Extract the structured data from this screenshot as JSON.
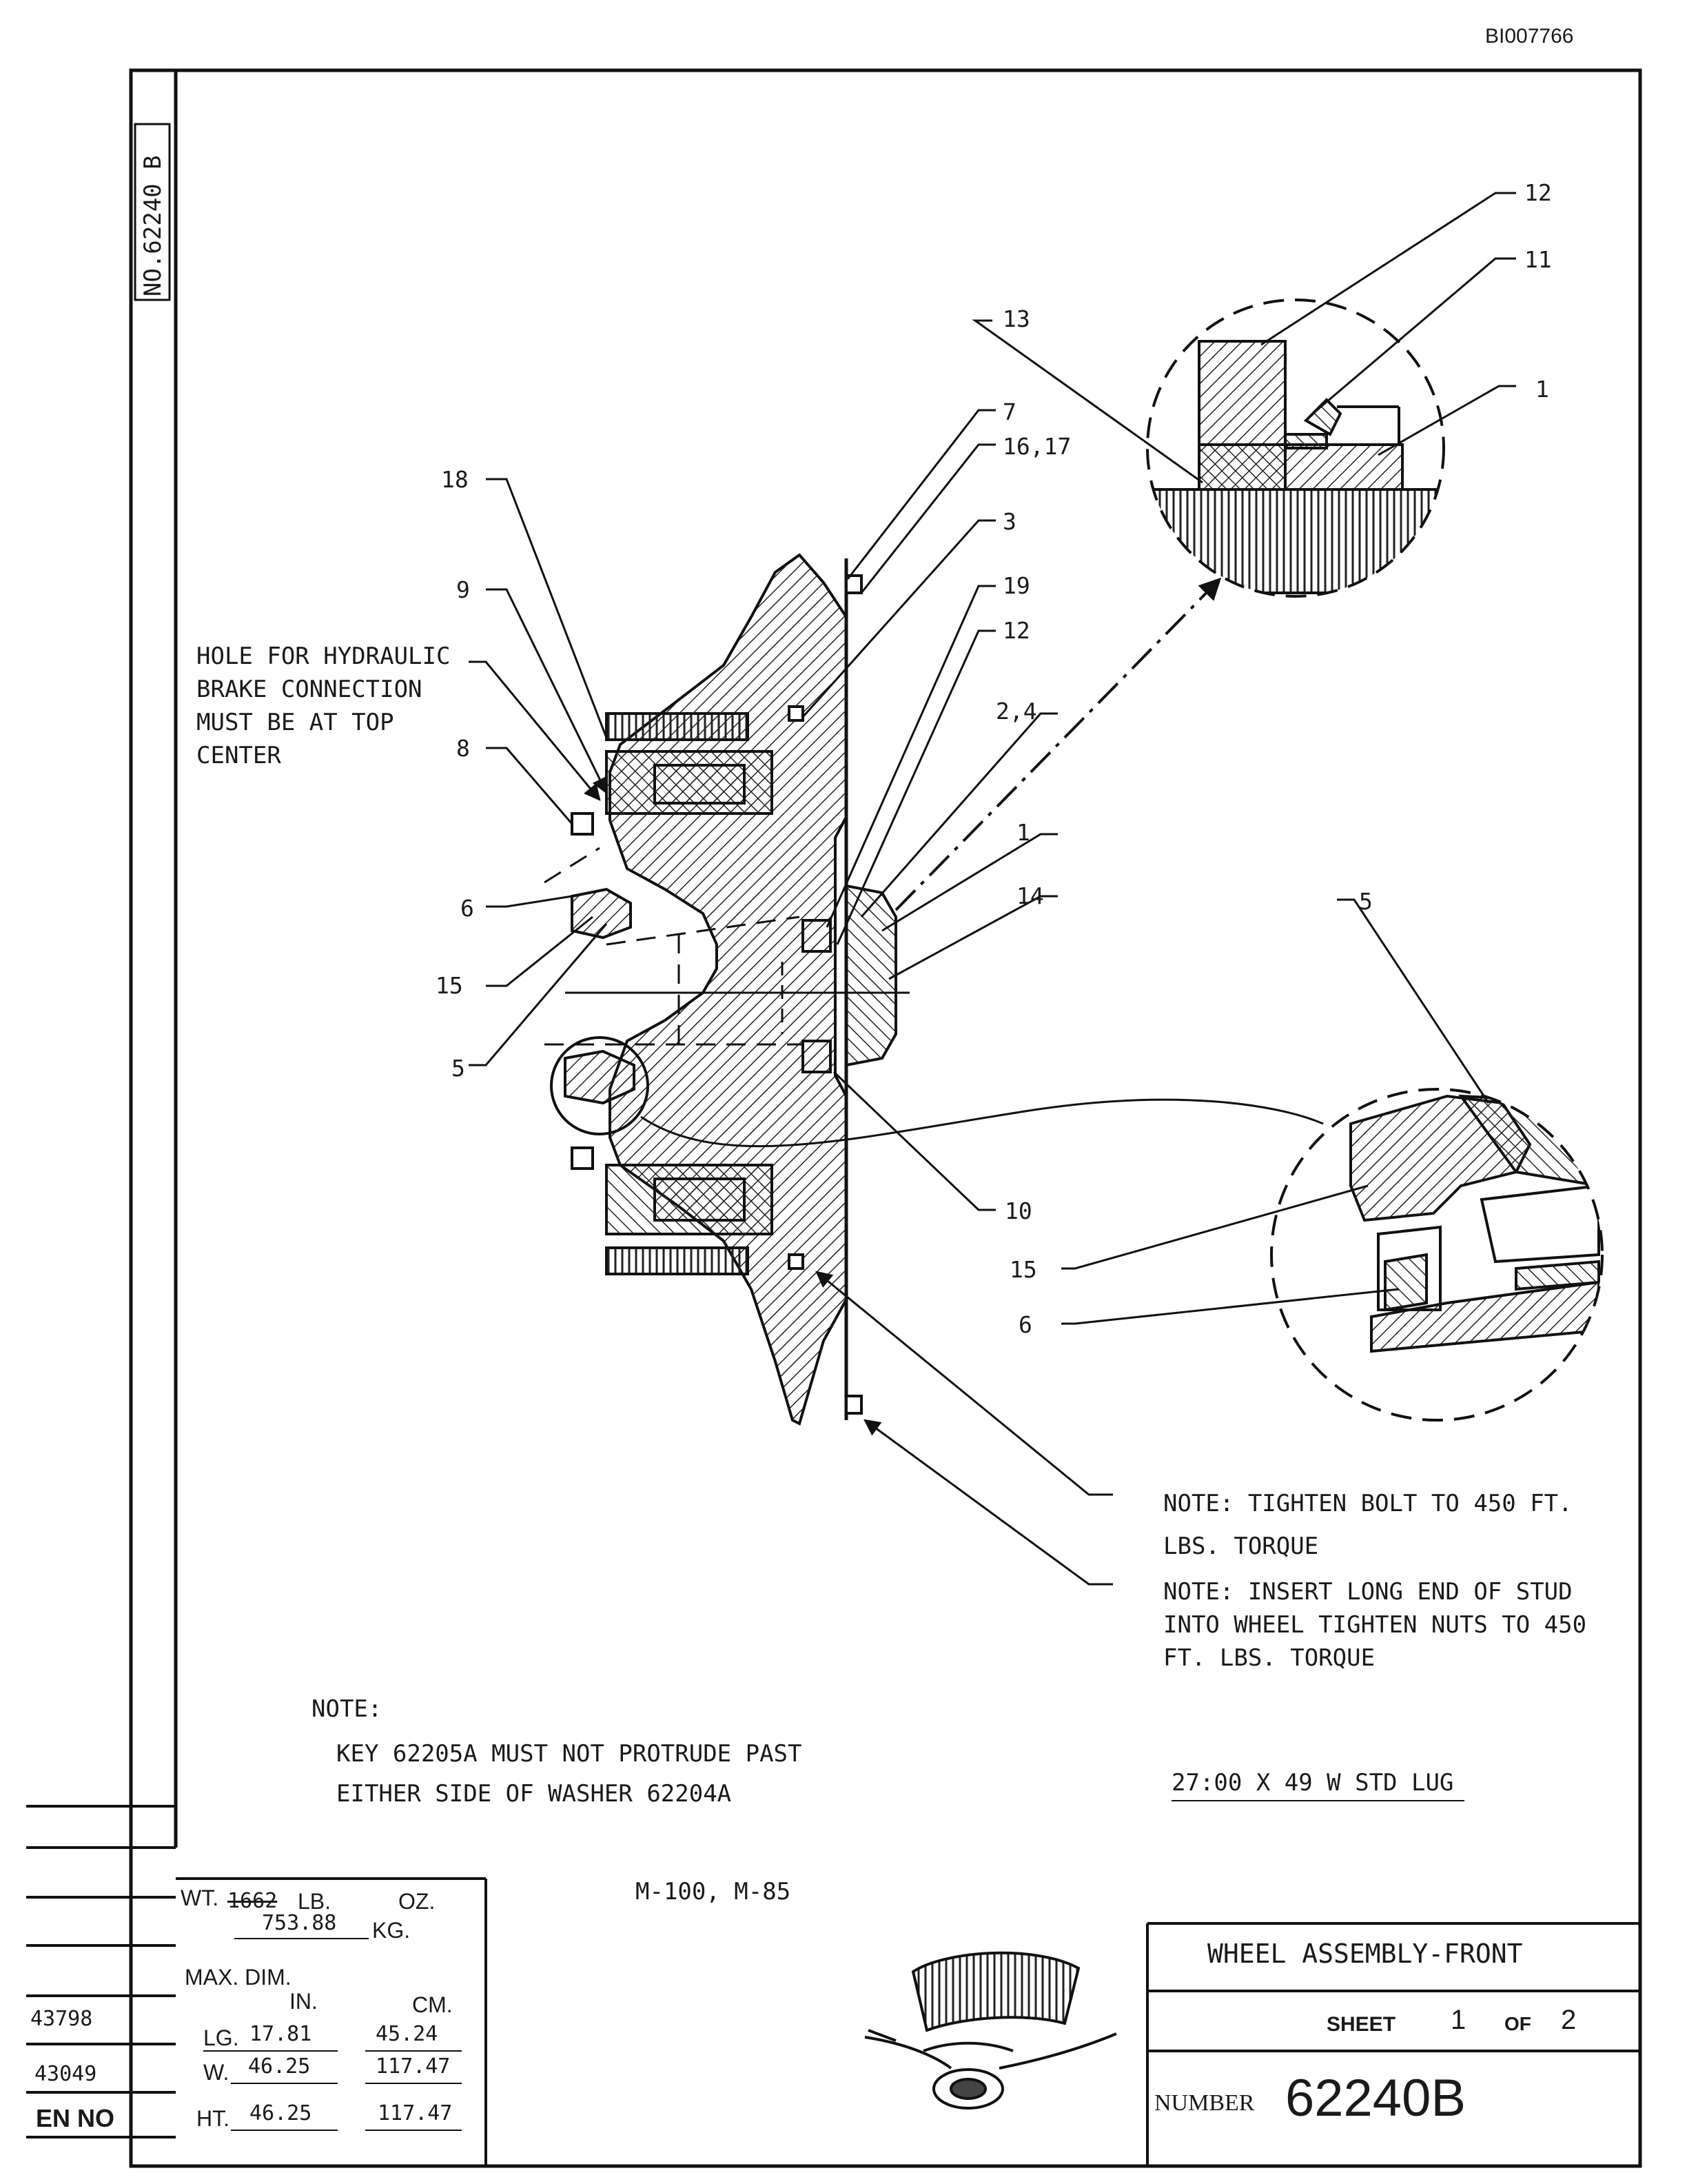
{
  "document_id": "BI007766",
  "drawing_no_vertical": "NO.62240 B",
  "part_labels": {
    "l18": "18",
    "l9": "9",
    "l8": "8",
    "l6": "6",
    "l15": "15",
    "l5": "5",
    "l13": "13",
    "l7": "7",
    "l16_17": "16,17",
    "l3": "3",
    "l19": "19",
    "l12": "12",
    "l2_4": "2,4",
    "l1": "1",
    "l14": "14",
    "l10": "10",
    "d12": "12",
    "d11": "11",
    "d1": "1",
    "d5": "5",
    "d15": "15",
    "d6": "6"
  },
  "hole_note": [
    "HOLE FOR HYDRAULIC",
    "BRAKE CONNECTION",
    "MUST BE AT TOP",
    "CENTER"
  ],
  "note_bolt": [
    "NOTE:  TIGHTEN BOLT TO 450 FT.",
    "LBS. TORQUE"
  ],
  "note_stud": [
    "NOTE:  INSERT LONG END OF STUD",
    "INTO WHEEL TIGHTEN NUTS TO 450",
    "FT. LBS. TORQUE"
  ],
  "note_key": {
    "heading": "NOTE:",
    "lines": [
      "KEY 62205A MUST NOT PROTRUDE PAST",
      "EITHER SIDE OF WASHER 62204A"
    ]
  },
  "tire_spec": "27:00 X 49 W STD  LUG",
  "models": "M-100, M-85",
  "weight_block": {
    "wt_label": "WT.",
    "wt_lb": "1662",
    "lb_label": "LB.",
    "oz_label": "OZ.",
    "wt_kg": "753.88",
    "kg_label": "KG.",
    "max_dim_label": "MAX. DIM.",
    "in_label": "IN.",
    "cm_label": "CM.",
    "lg_label": "LG.",
    "lg_in": "17.81",
    "lg_cm": "45.24",
    "w_label": "W.",
    "w_in": "46.25",
    "w_cm": "117.47",
    "ht_label": "HT.",
    "ht_in": "46.25",
    "ht_cm": "117.47"
  },
  "revision_block": {
    "rows": [
      "43798",
      "43049"
    ],
    "footer": "EN NO"
  },
  "title_block": {
    "title": "WHEEL ASSEMBLY-FRONT",
    "sheet_label": "SHEET",
    "sheet": "1",
    "of_label": "OF",
    "sheet_total": "2",
    "number_label": "NUMBER",
    "number": "62240B"
  }
}
